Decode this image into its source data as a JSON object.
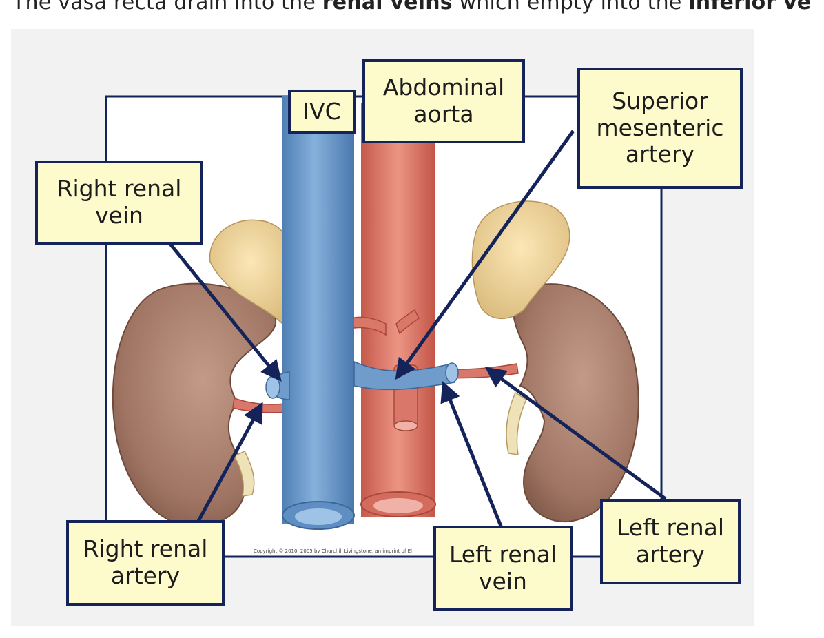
{
  "header": {
    "text_before": "The vasa recta drain into the ",
    "bold_1": "renal veins",
    "text_middle": " which empty into the ",
    "bold_2": "inferior ve"
  },
  "labels": {
    "ivc": "IVC",
    "abdominal_aorta": "Abdominal\naorta",
    "superior_mesenteric_artery": "Superior\nmesenteric\nartery",
    "right_renal_vein": "Right renal\nvein",
    "right_renal_artery": "Right renal\nartery",
    "left_renal_vein": "Left renal\nvein",
    "left_renal_artery": "Left renal\nartery"
  },
  "copyright": "Copyright © 2010, 2005 by Churchill Livingstone, an imprint of El",
  "colors": {
    "label_fill": "#fdfacb",
    "label_border": "#14235a",
    "vein": "#6f9ccb",
    "artery": "#d9786a",
    "kidney": "#a57b6a",
    "adrenal": "#ecd39b"
  }
}
